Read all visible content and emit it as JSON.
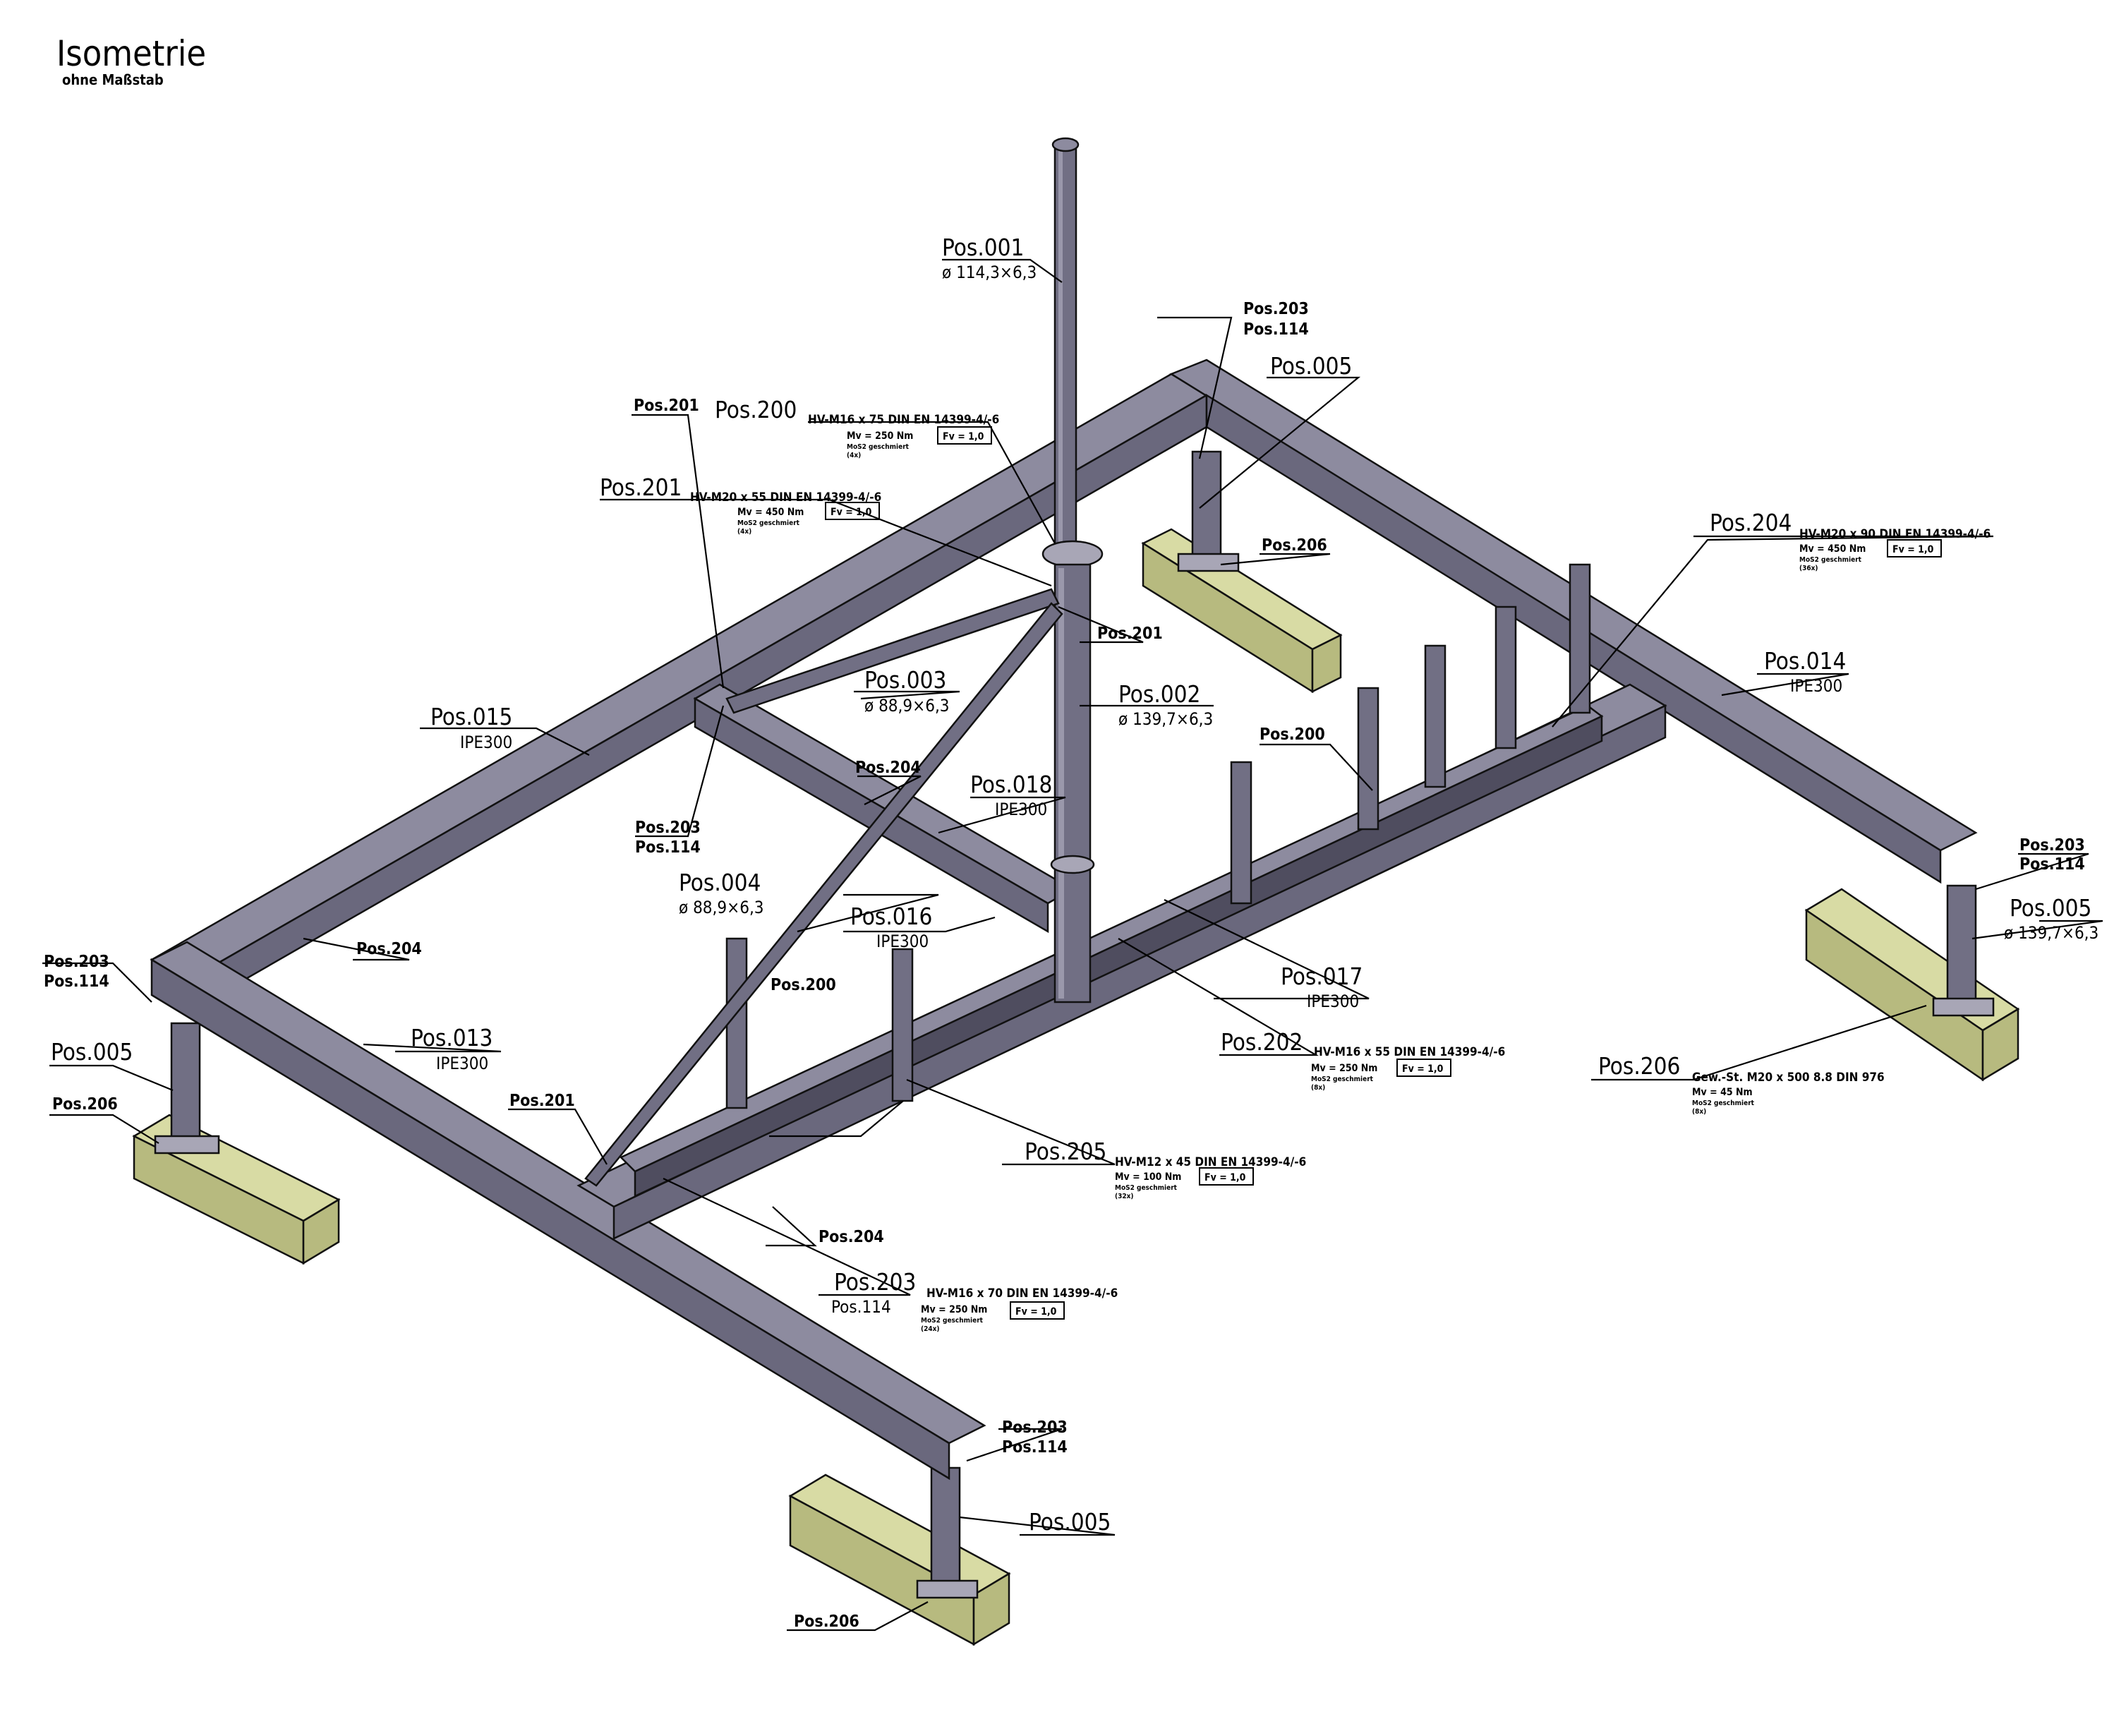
{
  "title": "Isometrie",
  "subtitle": "ohne Maßstab",
  "labels": {
    "pos001": "Pos.001",
    "pos001_dim": "ø 114,3×6,3",
    "pos002": "Pos.002",
    "pos002_dim": "ø 139,7×6,3",
    "pos003": "Pos.003",
    "pos003_dim": "ø 88,9×6,3",
    "pos004": "Pos.004",
    "pos004_dim": "ø 88,9×6,3",
    "pos005": "Pos.005",
    "pos005_dim": "ø 139,7×6,3",
    "pos013": "Pos.013",
    "pos014": "Pos.014",
    "pos015": "Pos.015",
    "pos016": "Pos.016",
    "pos017": "Pos.017",
    "pos018": "Pos.018",
    "ipe300": "IPE300",
    "pos114": "Pos.114",
    "pos200": "Pos.200",
    "pos201": "Pos.201",
    "pos202": "Pos.202",
    "pos203": "Pos.203",
    "pos204": "Pos.204",
    "pos205": "Pos.205",
    "pos206": "Pos.206"
  },
  "bolts": {
    "pos200": {
      "spec": "HV-M16 x 75 DIN EN 14399-4/-6",
      "torque": "Mv = 250 Nm",
      "note": "MoS2 geschmiert",
      "qty": "(4x)",
      "fv": "Fv = 1,0"
    },
    "pos201": {
      "spec": "HV-M20 x 55 DIN EN 14399-4/-6",
      "torque": "Mv = 450 Nm",
      "note": "MoS2 geschmiert",
      "qty": "(4x)",
      "fv": "Fv = 1,0"
    },
    "pos204": {
      "spec": "HV-M20 x 90 DIN EN 14399-4/-6",
      "torque": "Mv = 450 Nm",
      "note": "MoS2 geschmiert",
      "qty": "(36x)",
      "fv": "Fv = 1,0"
    },
    "pos202": {
      "spec": "HV-M16 x 55 DIN EN 14399-4/-6",
      "torque": "Mv = 250 Nm",
      "note": "MoS2 geschmiert",
      "qty": "(8x)",
      "fv": "Fv = 1,0"
    },
    "pos206": {
      "spec": "Gew.-St. M20 x 500 8.8 DIN 976",
      "torque": "Mv = 45 Nm",
      "note": "MoS2 geschmiert",
      "qty": "(8x)"
    },
    "pos205": {
      "spec": "HV-M12 x 45 DIN EN 14399-4/-6",
      "torque": "Mv = 100 Nm",
      "note": "MoS2 geschmiert",
      "qty": "(32x)",
      "fv": "Fv = 1,0"
    },
    "pos203": {
      "spec": "HV-M16 x 70 DIN EN 14399-4/-6",
      "torque": "Mv = 250 Nm",
      "note": "MoS2 geschmiert",
      "qty": "(24x)",
      "fv": "Fv = 1,0"
    }
  }
}
